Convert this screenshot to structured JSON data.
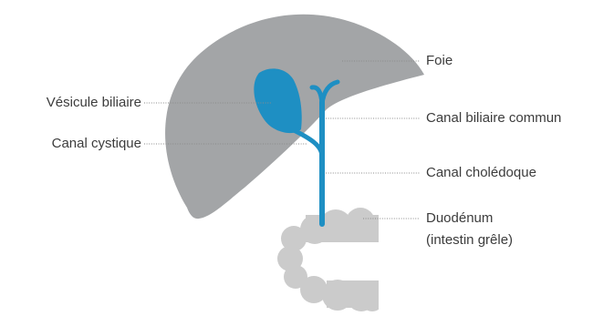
{
  "colors": {
    "liver": "#a3a5a7",
    "intestine": "#cbcbcb",
    "bile": "#1e8fc3",
    "leader": "#8a8a8a",
    "text": "#3c3c3c"
  },
  "labels": {
    "foie": "Foie",
    "vesicule": "Vésicule biliaire",
    "canal_cystique": "Canal cystique",
    "canal_biliaire_commun": "Canal biliaire commun",
    "canal_choledoque": "Canal cholédoque",
    "duodenum_line1": "Duodénum",
    "duodenum_line2": "(intestin grêle)"
  }
}
